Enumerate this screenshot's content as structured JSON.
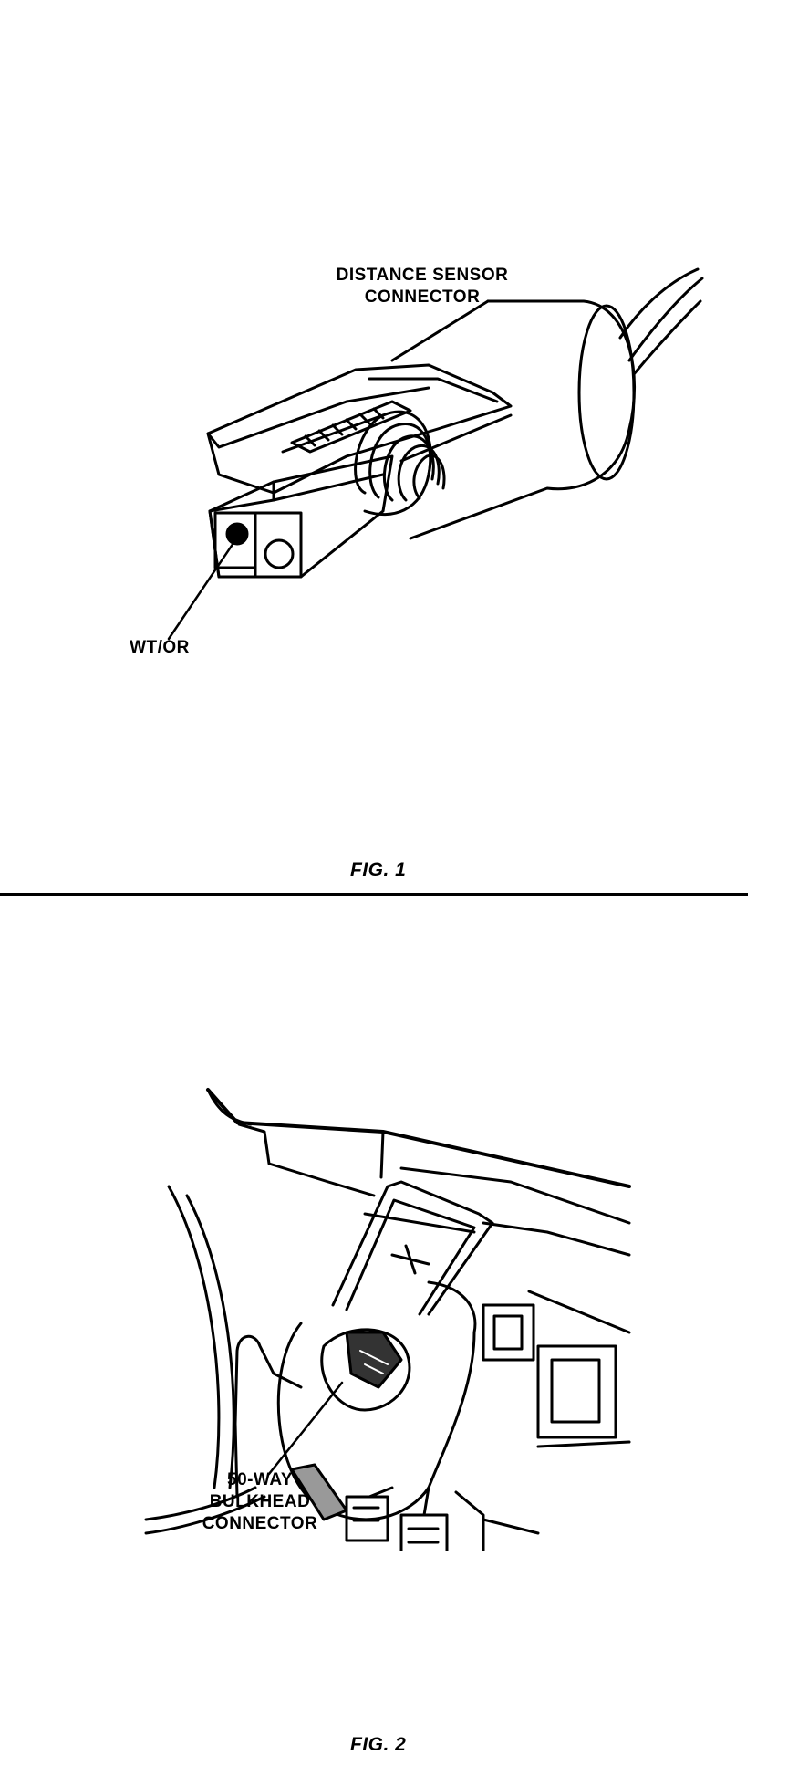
{
  "figure1": {
    "label_connector_line1": "DISTANCE SENSOR",
    "label_connector_line2": "CONNECTOR",
    "label_wire": "WT/OR",
    "caption": "FIG. 1"
  },
  "figure2": {
    "label_line1": "50-WAY",
    "label_line2": "BULKHEAD",
    "label_line3": "CONNECTOR",
    "caption": "FIG. 2"
  }
}
